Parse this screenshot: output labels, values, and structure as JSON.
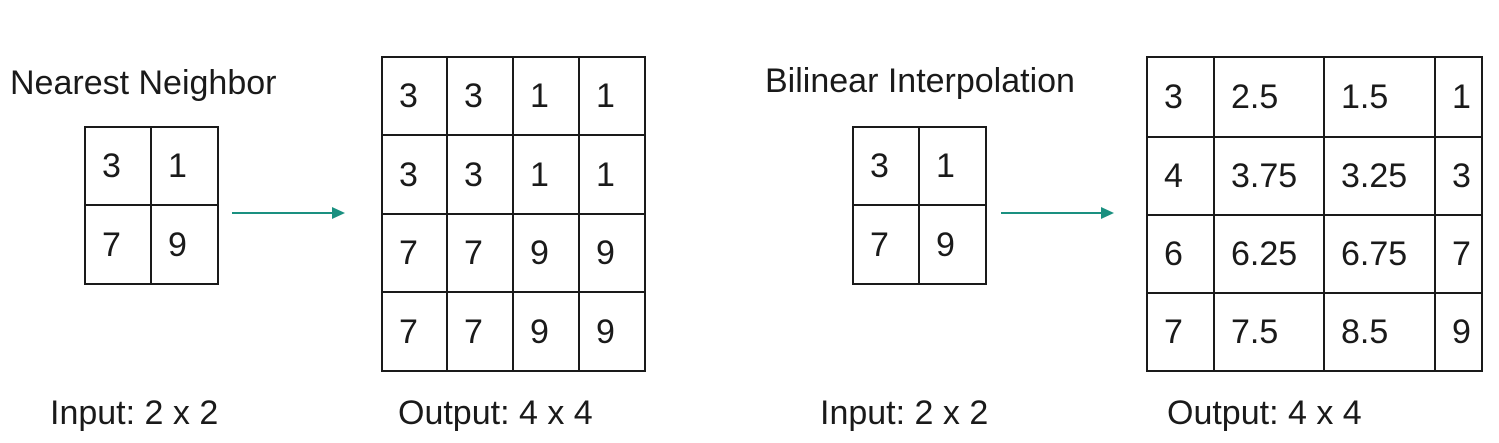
{
  "nearest": {
    "title": "Nearest Neighbor",
    "input": [
      [
        "3",
        "1"
      ],
      [
        "7",
        "9"
      ]
    ],
    "output": [
      [
        "3",
        "3",
        "1",
        "1"
      ],
      [
        "3",
        "3",
        "1",
        "1"
      ],
      [
        "7",
        "7",
        "9",
        "9"
      ],
      [
        "7",
        "7",
        "9",
        "9"
      ]
    ],
    "input_caption": "Input: 2 x 2",
    "output_caption": "Output: 4 x 4"
  },
  "bilinear": {
    "title": "Bilinear Interpolation",
    "input": [
      [
        "3",
        "1"
      ],
      [
        "7",
        "9"
      ]
    ],
    "output": [
      [
        "3",
        "2.5",
        "1.5",
        "1"
      ],
      [
        "4",
        "3.75",
        "3.25",
        "3"
      ],
      [
        "6",
        "6.25",
        "6.75",
        "7"
      ],
      [
        "7",
        "7.5",
        "8.5",
        "9"
      ]
    ],
    "input_caption": "Input: 2 x 2",
    "output_caption": "Output: 4 x 4"
  },
  "colors": {
    "arrow": "#1a9080",
    "border": "#1a1a1a"
  }
}
